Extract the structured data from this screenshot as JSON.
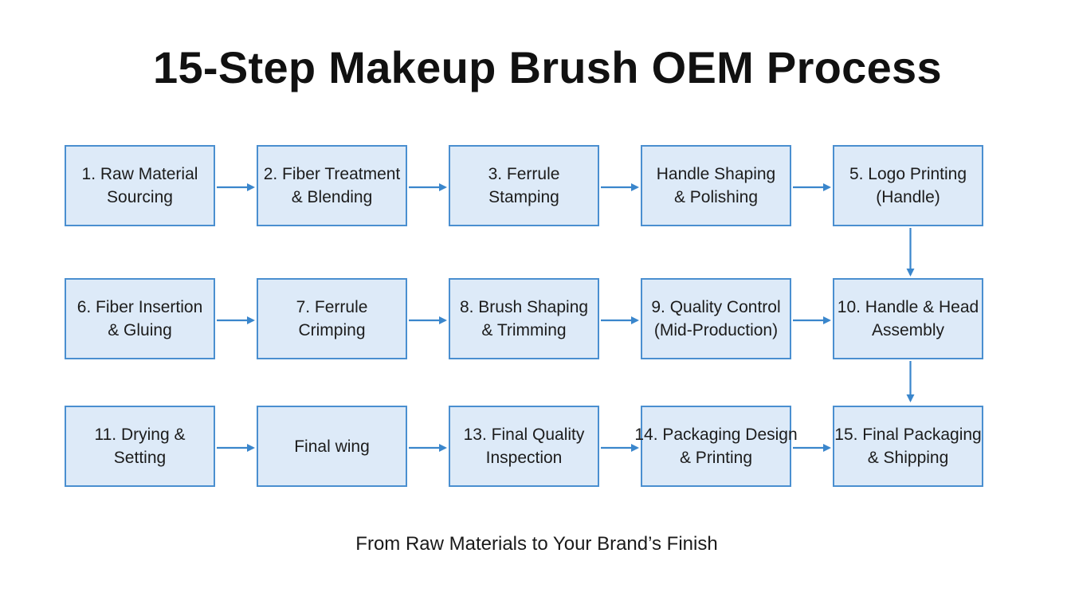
{
  "title": "15-Step Makeup Brush OEM Process",
  "subtitle": "From Raw Materials to Your Brand’s Finish",
  "colors": {
    "box_fill": "#ddeaf8",
    "box_border": "#4a8fd0",
    "arrow": "#3a86cc"
  },
  "steps": [
    {
      "label": "1. Raw Material\nSourcing"
    },
    {
      "label": "2. Fiber Treatment\n& Blending"
    },
    {
      "label": "3. Ferrule\nStamping"
    },
    {
      "label": "Handle Shaping\n& Polishing"
    },
    {
      "label": "5. Logo Printing\n(Handle)"
    },
    {
      "label": "6. Fiber Insertion\n& Gluing"
    },
    {
      "label": "7. Ferrule\nCrimping"
    },
    {
      "label": "8. Brush Shaping\n& Trimming"
    },
    {
      "label": "9. Quality Control\n(Mid-Production)"
    },
    {
      "label": "10. Handle & Head\nAssembly"
    },
    {
      "label": "11. Drying &\nSetting"
    },
    {
      "label": "Final wing"
    },
    {
      "label": "13. Final Quality\nInspection"
    },
    {
      "label": "14. Packaging Design\n& Printing"
    },
    {
      "label": "15. Final Packaging\n& Shipping"
    }
  ]
}
